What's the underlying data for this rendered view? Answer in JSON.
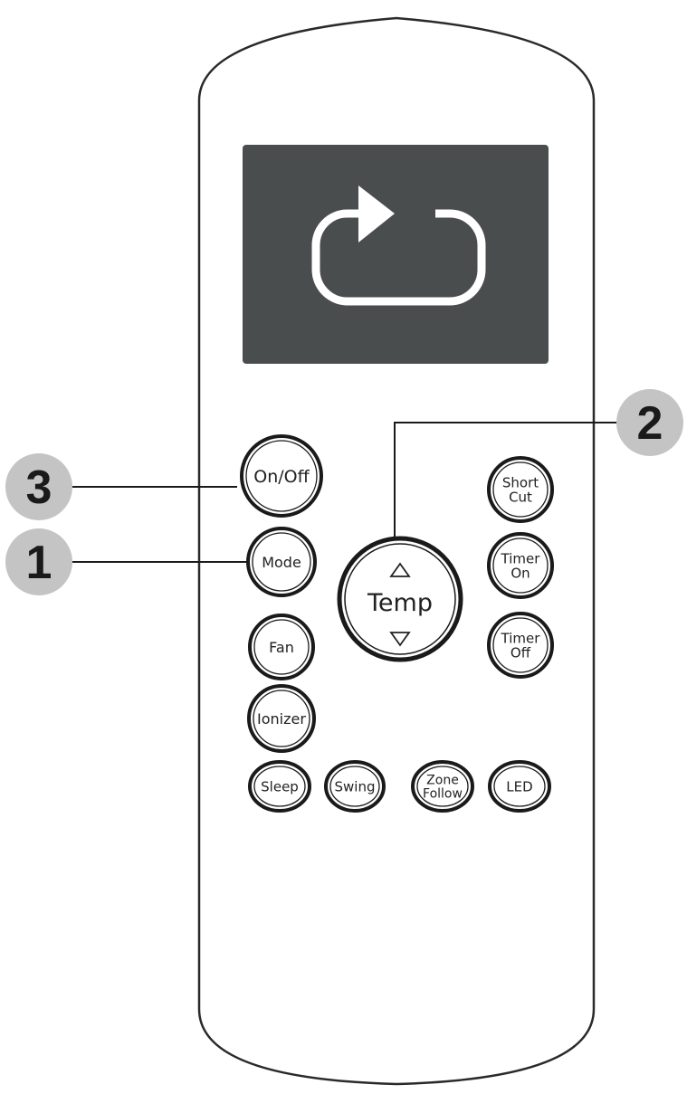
{
  "screen": {
    "background_color": "#4a4d4e",
    "icon": "cycle-arrow-icon"
  },
  "buttons": {
    "on_off": {
      "lines": [
        "On/Off"
      ]
    },
    "mode": {
      "lines": [
        "Mode"
      ]
    },
    "fan": {
      "lines": [
        "Fan"
      ]
    },
    "ionizer": {
      "lines": [
        "Ionizer"
      ]
    },
    "temp": {
      "label": "Temp",
      "up_icon": "triangle-up-icon",
      "down_icon": "triangle-down-icon"
    },
    "short_cut": {
      "lines": [
        "Short",
        "Cut"
      ]
    },
    "timer_on": {
      "lines": [
        "Timer",
        "On"
      ]
    },
    "timer_off": {
      "lines": [
        "Timer",
        "Off"
      ]
    },
    "sleep": {
      "lines": [
        "Sleep"
      ]
    },
    "swing": {
      "lines": [
        "Swing"
      ]
    },
    "zone_follow": {
      "lines": [
        "Zone",
        "Follow"
      ]
    },
    "led": {
      "lines": [
        "LED"
      ]
    }
  },
  "callouts": {
    "one": "1",
    "two": "2",
    "three": "3",
    "badge_color": "#c4c4c4"
  }
}
